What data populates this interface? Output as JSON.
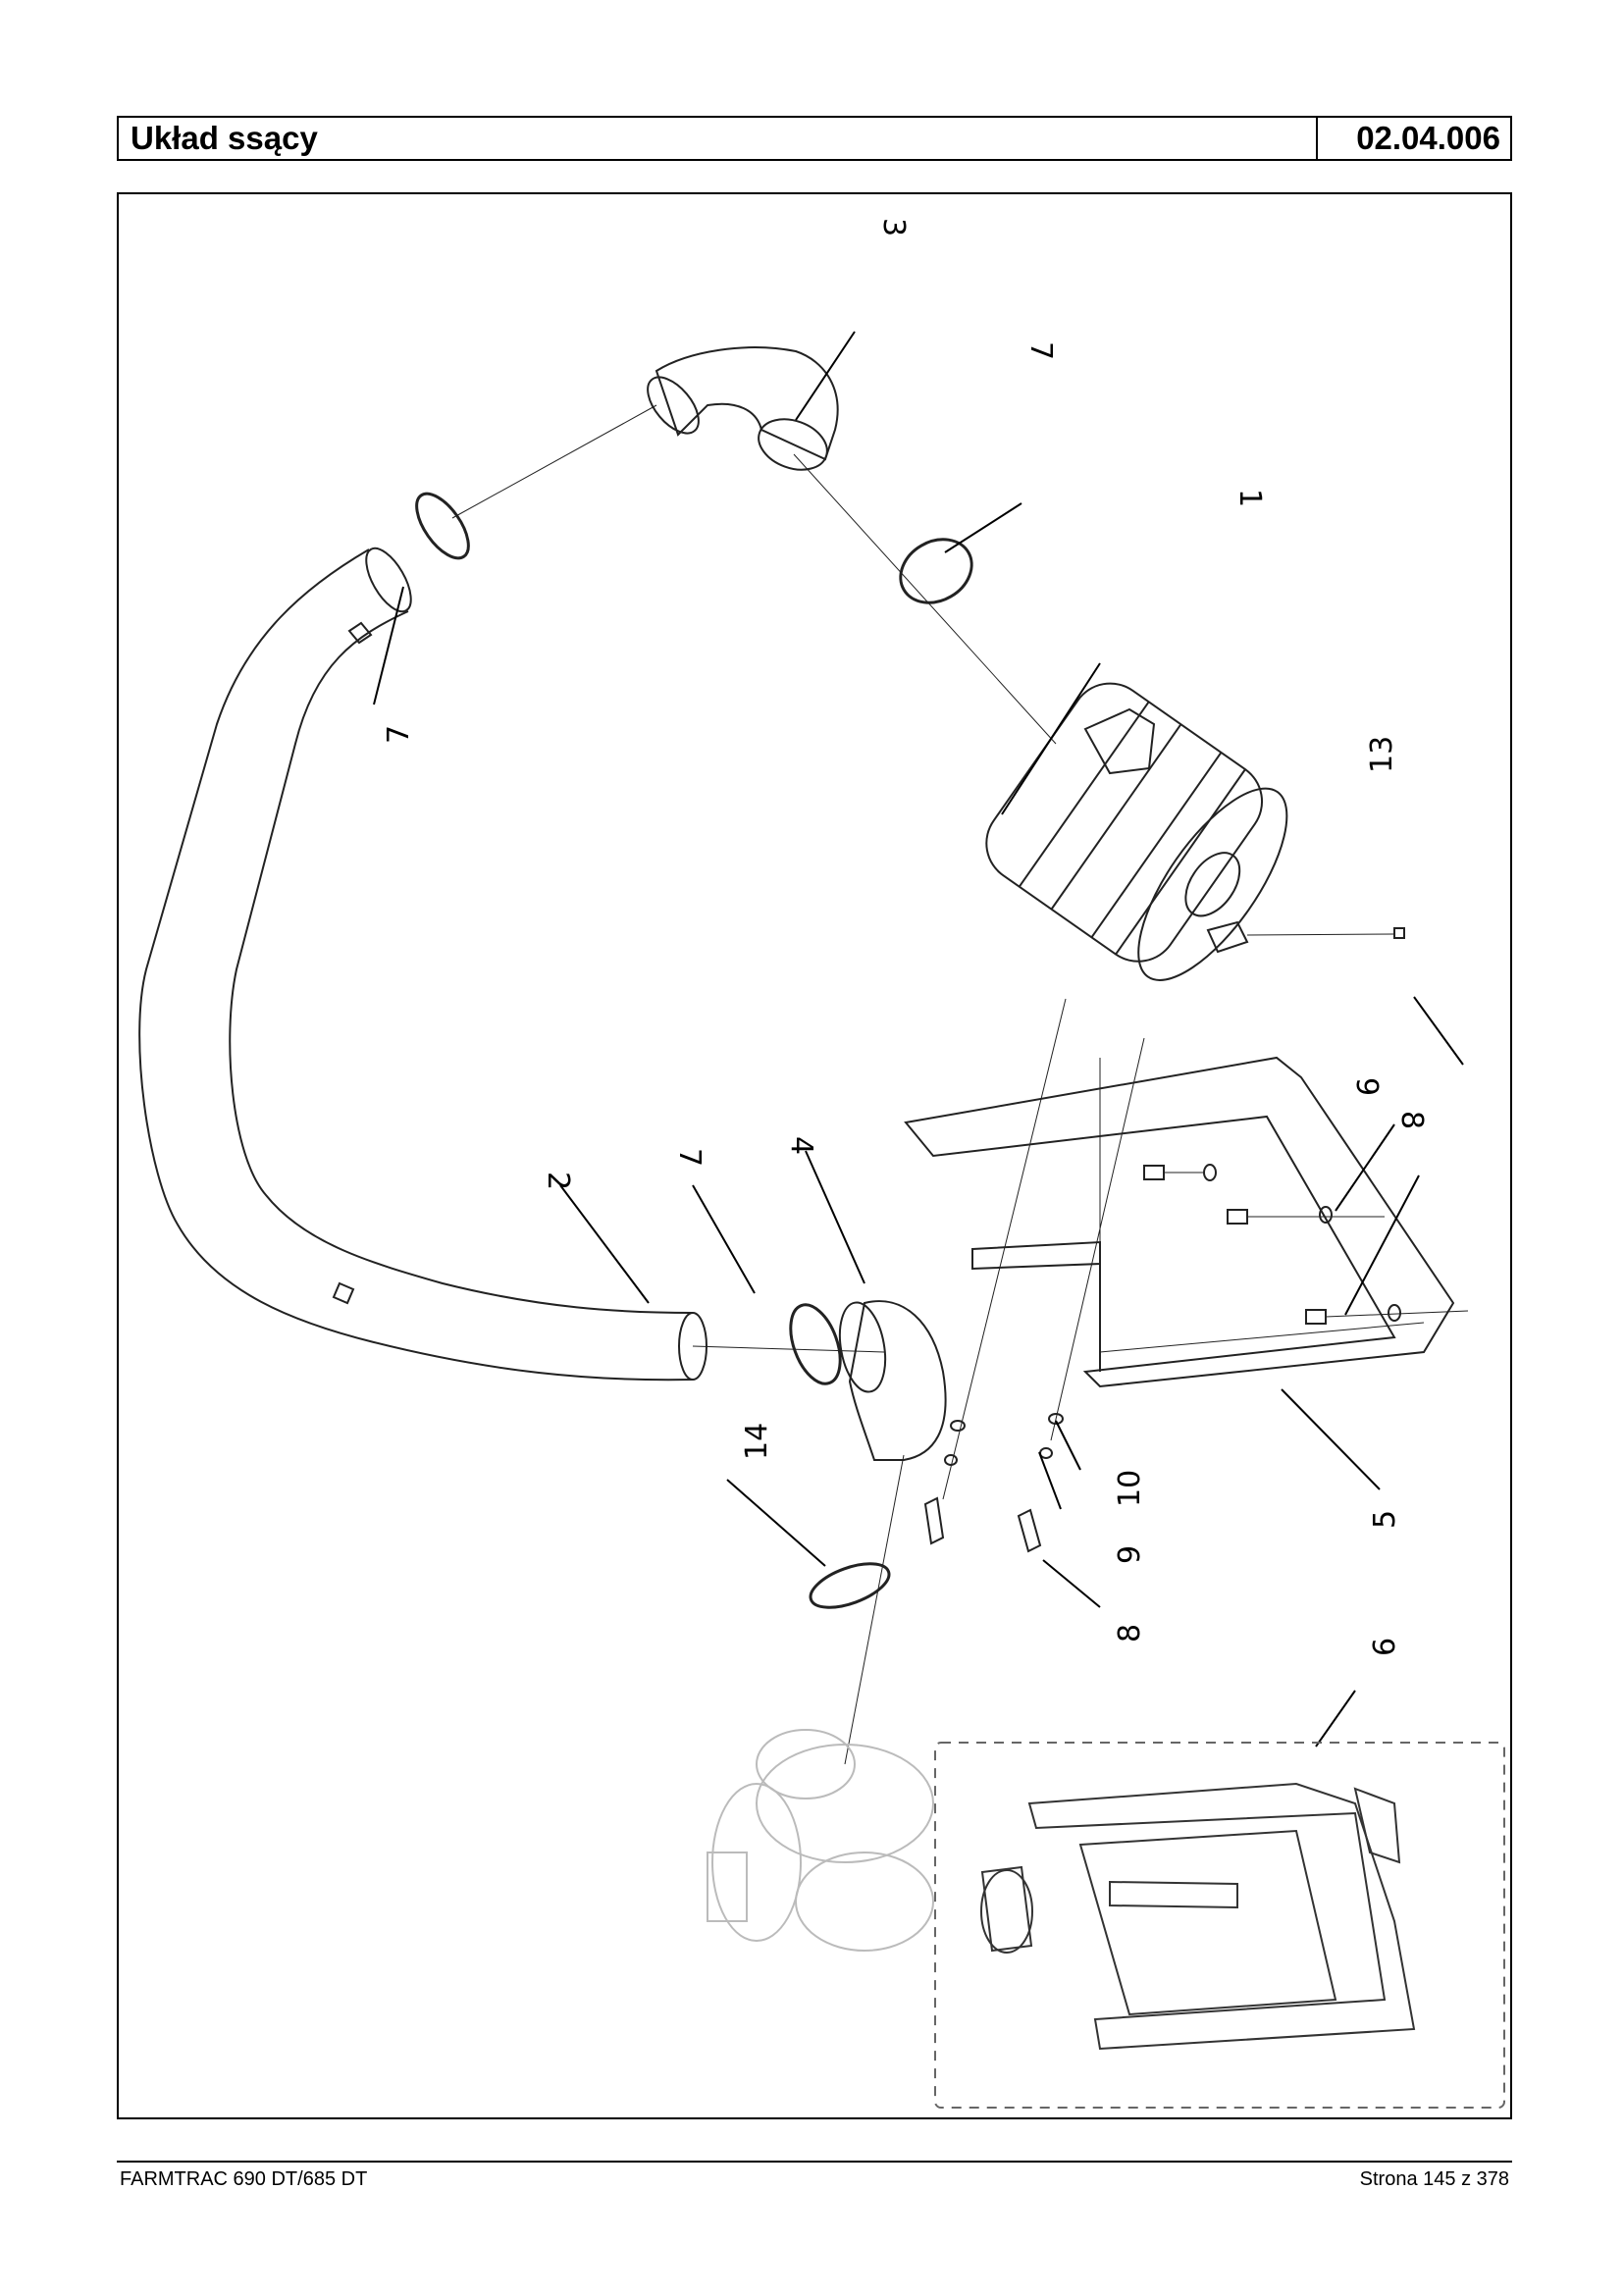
{
  "header": {
    "title": "Układ ssący",
    "code": "02.04.006"
  },
  "diagram": {
    "callouts": [
      "3",
      "7",
      "1",
      "7",
      "13",
      "9",
      "8",
      "2",
      "7",
      "4",
      "14",
      "10",
      "9",
      "8",
      "5",
      "6"
    ]
  },
  "footer": {
    "model": "FARMTRAC 690 DT/685 DT",
    "page": "Strona 145 z 378"
  }
}
